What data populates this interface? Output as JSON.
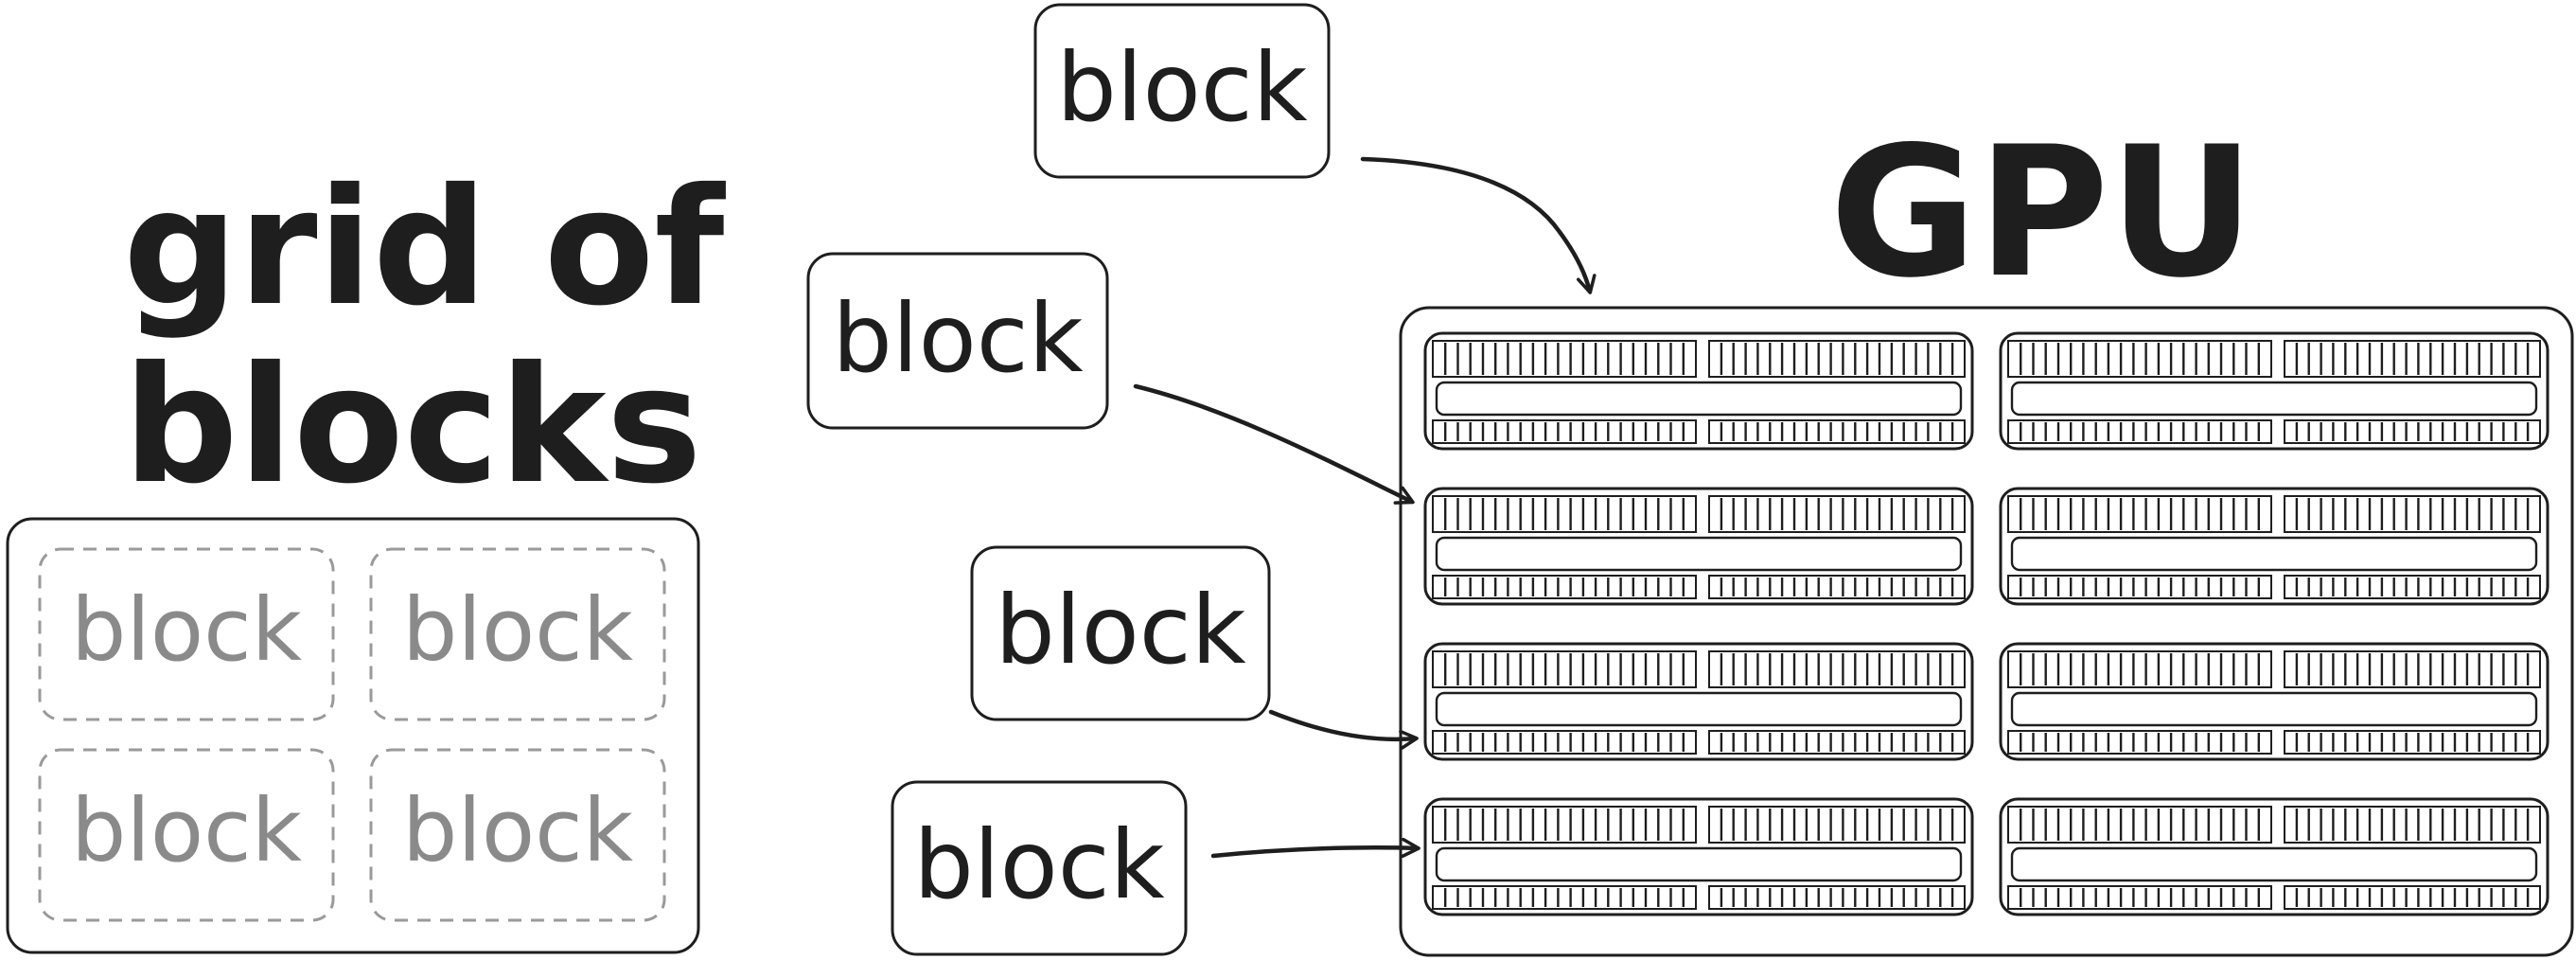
{
  "grid": {
    "title_line1": "grid of",
    "title_line2": "blocks",
    "cells": [
      {
        "label": "block"
      },
      {
        "label": "block"
      },
      {
        "label": "block"
      },
      {
        "label": "block"
      }
    ]
  },
  "gpu": {
    "title": "GPU",
    "rows": 4,
    "columns": 2
  },
  "incoming_blocks": [
    {
      "label": "block"
    },
    {
      "label": "block"
    },
    {
      "label": "block"
    },
    {
      "label": "block"
    }
  ],
  "colors": {
    "ink": "#1e1e1e",
    "grey": "#8a8a8a",
    "dashed": "#9a9a9a",
    "background": "#ffffff"
  }
}
